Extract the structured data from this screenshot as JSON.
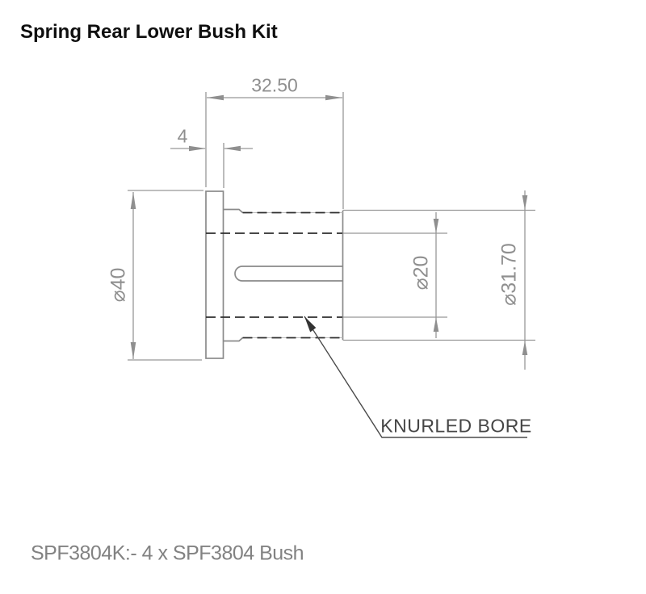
{
  "title": "Spring Rear Lower Bush Kit",
  "drawing": {
    "part": "suspension-bush-side-view",
    "dimensions": {
      "overall_length": "32.50",
      "flange_width": "4",
      "flange_diameter": "⌀40",
      "bore_diameter": "⌀20",
      "body_diameter": "⌀31.70"
    },
    "callout": {
      "knurled_bore": "KNURLED BORE"
    }
  },
  "footer": {
    "kit_note": "SPF3804K:- 4 x SPF3804 Bush"
  },
  "colors": {
    "outline_gray": "#8a8a8a",
    "dimension_gray": "#979797",
    "hidden_line_dark": "#2f2f2f",
    "leader_dark": "#4a4a4a",
    "title_black": "#0f0f0f",
    "footer_gray": "#828282"
  }
}
